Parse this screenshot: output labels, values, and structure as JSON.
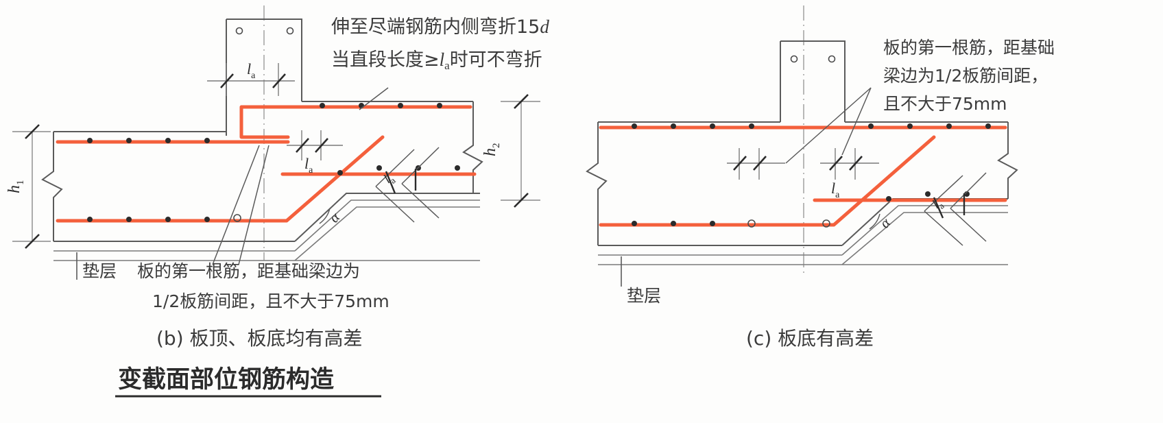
{
  "figure": {
    "title": "变截面部位钢筋构造",
    "colors": {
      "rebar": "#f4603c",
      "outline": "#4a4a4a",
      "ink": "#3b3b3b",
      "paper": "#fdfdfc"
    }
  },
  "panels": [
    {
      "id": "b",
      "caption_index": "(b)",
      "caption_text": "板顶、板底均有高差",
      "annotations": [
        {
          "name": "bend-note",
          "lines": [
            "伸至尽端钢筋内侧弯折15d",
            "当直段长度≥lₐ时可不弯折"
          ],
          "line1_plain": "伸至尽端钢筋内侧弯折15",
          "line1_italic": "d",
          "line2_a": "当直段长度≥",
          "line2_sym": "l",
          "line2_sub": "a",
          "line2_b": "时可不弯折"
        },
        {
          "name": "first-bar-note",
          "lines": [
            "板的第一根筋，距基础梁边为",
            "1/2板筋间距，且不大于75mm"
          ]
        }
      ],
      "labels": {
        "cushion": "垫层",
        "h_top": "h",
        "h_top_sub": "2",
        "h_bottom": "h",
        "h_bottom_sub": "1",
        "la": "l",
        "la_sub": "a",
        "angle": "α"
      }
    },
    {
      "id": "c",
      "caption_index": "(c)",
      "caption_text": "板底有高差",
      "annotations": [
        {
          "name": "first-bar-note",
          "lines": [
            "板的第一根筋，距基础",
            "梁边为1/2板筋间距，",
            "且不大于75mm"
          ]
        }
      ],
      "labels": {
        "cushion": "垫层",
        "la": "l",
        "la_sub": "a",
        "angle": "α"
      }
    }
  ],
  "text": {
    "title": "变截面部位钢筋构造",
    "panel_b_caption": "(b) 板顶、板底均有高差",
    "panel_c_caption": "(c) 板底有高差",
    "note_b_l1_plain": "伸至尽端钢筋内侧弯折15",
    "note_b_l1_italic": "d",
    "note_b_l2_a": "当直段长度≥",
    "note_b_l2_sym": "l",
    "note_b_l2_sub": "a",
    "note_b_l2_b": "时可不弯折",
    "note_first_bar_b_l1": "板的第一根筋，距基础梁边为",
    "note_first_bar_b_l2": "1/2板筋间距，且不大于75mm",
    "note_first_bar_c_l1": "板的第一根筋，距基础",
    "note_first_bar_c_l2": "梁边为1/2板筋间距，",
    "note_first_bar_c_l3": "且不大于75mm",
    "cushion_b": "垫层",
    "cushion_c": "垫层",
    "h1_sym": "h",
    "h1_sub": "1",
    "h2_sym": "h",
    "h2_sub": "2",
    "la_sym": "l",
    "la_sub": "a",
    "alpha": "α"
  }
}
